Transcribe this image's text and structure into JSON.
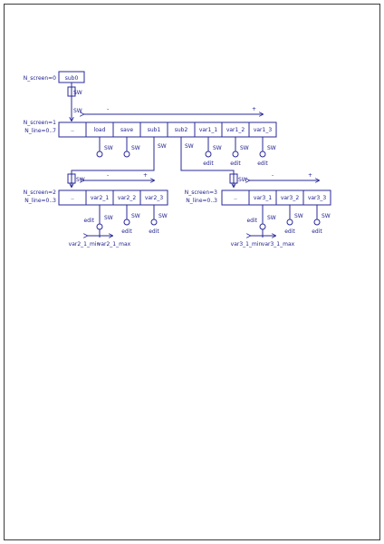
{
  "colors": {
    "line": "#2a2a9a",
    "text": "#1e1e8c",
    "frame": "#3b3b3b"
  },
  "level0": {
    "label": "N_screen=0",
    "box": "sub0",
    "sw": "SW"
  },
  "level1": {
    "label1": "N_screen=1",
    "label2": "N_line=0..7",
    "boxes": [
      "..",
      "load",
      "save",
      "sub1",
      "sub2",
      "var1_1",
      "var1_2",
      "var1_3"
    ],
    "minus": "-",
    "plus": "+",
    "sw": "SW",
    "edit": "edit"
  },
  "level2": {
    "label1": "N_screen=2",
    "label2": "N_line=0..3",
    "boxes": [
      "..",
      "var2_1",
      "var2_2",
      "var2_3"
    ],
    "minus": "-",
    "plus": "+",
    "sw": "SW",
    "edit": "edit",
    "min_label": "var2_1_min",
    "max_label": "var2_1_max"
  },
  "level3": {
    "label1": "N_screen=3",
    "label2": "N_line=0..3",
    "boxes": [
      "..",
      "var3_1",
      "var3_2",
      "var3_3"
    ],
    "minus": "-",
    "plus": "+",
    "sw": "SW",
    "edit": "edit",
    "min_label": "var3_1_min",
    "max_label": "var3_1_max"
  }
}
